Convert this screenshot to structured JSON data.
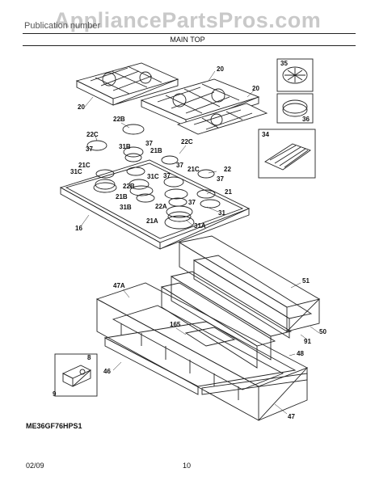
{
  "header": {
    "watermark": "AppliancePartsPros.com",
    "category": "Publication number",
    "section": "MAIN TOP"
  },
  "callouts": [
    {
      "label": "20"
    },
    {
      "label": "20"
    },
    {
      "label": "20"
    },
    {
      "label": "35"
    },
    {
      "label": "36"
    },
    {
      "label": "34"
    },
    {
      "label": "22B"
    },
    {
      "label": "22C"
    },
    {
      "label": "37"
    },
    {
      "label": "31B"
    },
    {
      "label": "37"
    },
    {
      "label": "22C"
    },
    {
      "label": "21C"
    },
    {
      "label": "21B"
    },
    {
      "label": "31C"
    },
    {
      "label": "37"
    },
    {
      "label": "21C"
    },
    {
      "label": "22"
    },
    {
      "label": "37"
    },
    {
      "label": "31C"
    },
    {
      "label": "22B"
    },
    {
      "label": "21B"
    },
    {
      "label": "37"
    },
    {
      "label": "21"
    },
    {
      "label": "31B"
    },
    {
      "label": "22A"
    },
    {
      "label": "31"
    },
    {
      "label": "21A"
    },
    {
      "label": "31A"
    },
    {
      "label": "16"
    },
    {
      "label": "37"
    },
    {
      "label": "51"
    },
    {
      "label": "47A"
    },
    {
      "label": "165"
    },
    {
      "label": "50"
    },
    {
      "label": "91"
    },
    {
      "label": "48"
    },
    {
      "label": "8"
    },
    {
      "label": "46"
    },
    {
      "label": "9"
    },
    {
      "label": "47"
    }
  ],
  "footer": {
    "model": "ME36GF76HPS1",
    "date": "02/09",
    "page": "10"
  }
}
